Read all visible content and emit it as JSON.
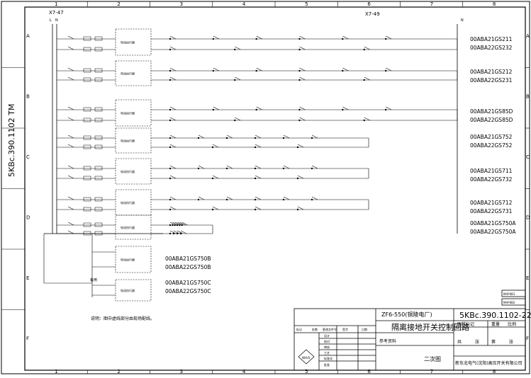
{
  "drawing": {
    "side_code": "5KBc.390.1102 TM",
    "terminal_left": "X7-47",
    "terminal_top": "X7-49",
    "bus_marks": [
      "L",
      "N"
    ],
    "bus_right": "N",
    "zone_columns": [
      "1",
      "2",
      "3",
      "4",
      "5",
      "6",
      "7",
      "8"
    ],
    "zone_rows": [
      "A",
      "B",
      "C",
      "D",
      "E",
      "F"
    ],
    "row_labels": [
      "00ABA21GS211",
      "00ABA22GS232",
      "00ABA21GS212",
      "00ABA22GS231",
      "00ABA21GS85D",
      "00ABA22GS85D",
      "00ABA21GS752",
      "00ABA22GS752",
      "00ABA21GS711",
      "00ABA22GS732",
      "00ABA21GS712",
      "00ABA22GS731",
      "00ABA21GS750A",
      "00ABA22GS750A"
    ],
    "lower_labels": [
      "00ABA21GS750B",
      "00ABA22GS750B",
      "00ABA21GS750C",
      "00ABA22GS750C"
    ],
    "module_text": "电动执行器",
    "note": "说明：图中虚线部分由现场配线。",
    "spare_label": "备用",
    "right_tags": [
      "MAP4B1",
      "MAP4B2"
    ]
  },
  "title_block": {
    "project": "ZF6-550(铜陵电厂)",
    "drawing_no": "5KBc.390.1102-22",
    "title": "隔离接地开关控制回路",
    "sheet_type": "二次图",
    "company": "新东北电气(沈阳)高压开关有限公司",
    "row_labels": [
      "标记",
      "处数",
      "更改文件号",
      "签字",
      "日期"
    ],
    "roles": [
      "设计",
      "校对",
      "审核",
      "工艺",
      "标准化",
      "批准"
    ],
    "meta": [
      "图样标记",
      "重量",
      "比例"
    ],
    "refer": "参考资料",
    "sheet_info": [
      "共",
      "张",
      "第",
      "张"
    ]
  }
}
